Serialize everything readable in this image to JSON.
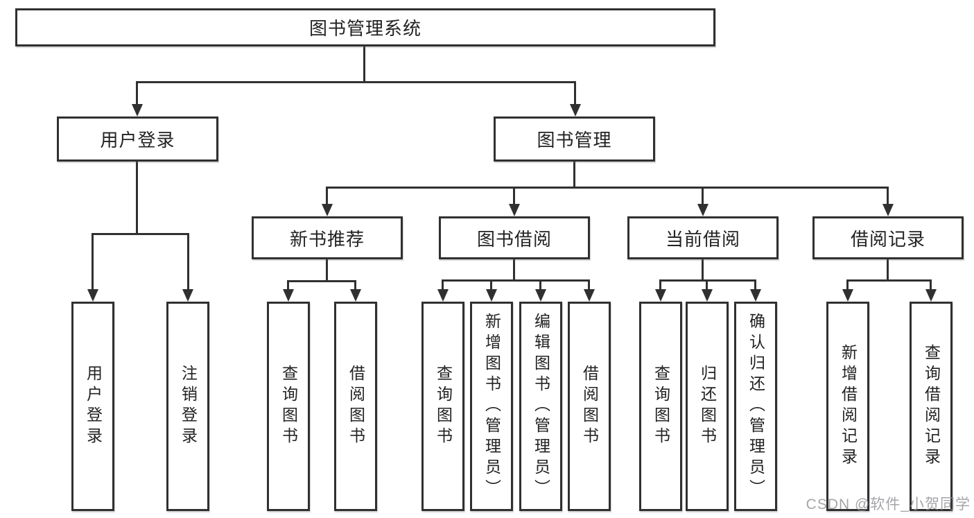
{
  "diagram": {
    "title": "图书管理系统",
    "watermark": "CSDN @软件_小贺同学",
    "colors": {
      "line": "#303030",
      "text": "#222222",
      "background": "#ffffff",
      "watermark": "#8c8c92"
    },
    "root": {
      "label": "图书管理系统"
    },
    "level2": [
      {
        "label": "用户登录"
      },
      {
        "label": "图书管理"
      }
    ],
    "level3": [
      {
        "label": "新书推荐"
      },
      {
        "label": "图书借阅"
      },
      {
        "label": "当前借阅"
      },
      {
        "label": "借阅记录"
      }
    ],
    "leaves": {
      "user": [
        "用户登录",
        "注销登录"
      ],
      "newbook": [
        "查询图书",
        "借阅图书"
      ],
      "borrow": [
        "查询图书",
        "新增图书（管理员）",
        "编辑图书（管理员）",
        "借阅图书"
      ],
      "current": [
        "查询图书",
        "归还图书",
        "确认归还（管理员）"
      ],
      "records": [
        "新增借阅记录",
        "查询借阅记录"
      ]
    }
  }
}
